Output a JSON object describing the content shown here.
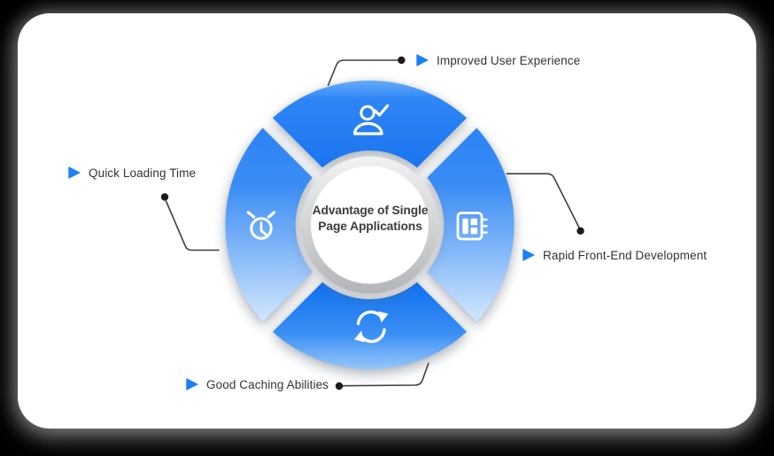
{
  "center": {
    "title": "Advantage of Single Page Applications"
  },
  "segments": [
    {
      "position": "top",
      "label": "Improved User Experience",
      "icon": "user-check-icon"
    },
    {
      "position": "right",
      "label": "Rapid Front-End Development",
      "icon": "layout-chip-icon"
    },
    {
      "position": "bottom",
      "label": "Good Caching Abilities",
      "icon": "sync-arrows-icon"
    },
    {
      "position": "left",
      "label": "Quick Loading Time",
      "icon": "alarm-clock-icon"
    }
  ],
  "colors": {
    "accent_blue": "#1b80f5",
    "segment_blue": "#2e85f5",
    "segment_blue_deep": "#0d70f0",
    "segment_blue_fade": "#d2e7fd",
    "connector_line": "#3f3f3f",
    "connector_dot": "#1c1c1c",
    "label_text": "#333333",
    "center_text": "#3c3c3c",
    "card_background": "#ffffff"
  }
}
